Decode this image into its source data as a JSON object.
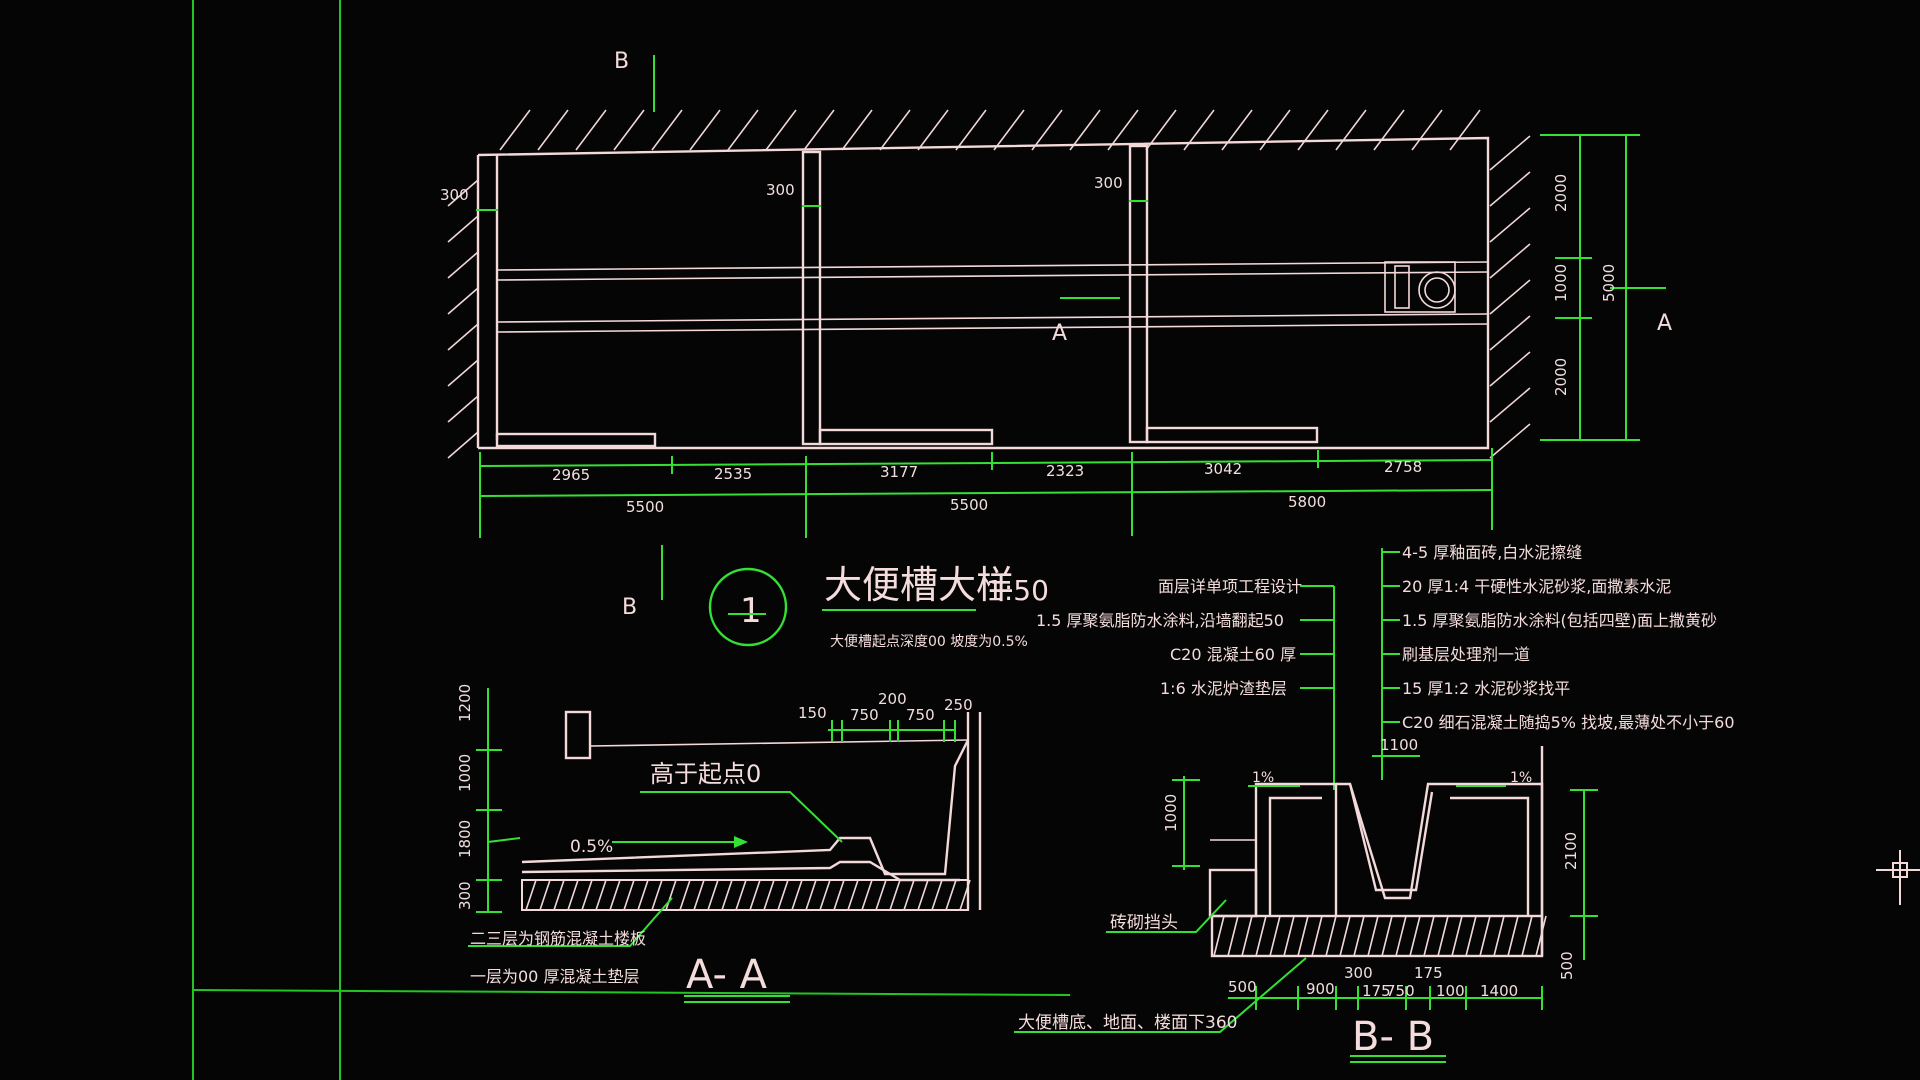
{
  "colors": {
    "background": "#050505",
    "drawing_line": "#f3d9d9",
    "dimension": "#35e035",
    "text": "#f4dcdc"
  },
  "plan": {
    "section_mark_b_top": "B",
    "section_mark_b_bottom": "B",
    "section_mark_a_right": "A",
    "section_mark_a_center": "A",
    "wall_thickness_labels": [
      "300",
      "300",
      "300"
    ],
    "bottom_dims": [
      "2965",
      "2535",
      "3177",
      "2323",
      "3042",
      "2758"
    ],
    "total_dims": [
      "5500",
      "5500",
      "5800"
    ],
    "right_dims": [
      "2000",
      "1000",
      "2000"
    ],
    "right_total": "5000"
  },
  "title": {
    "detail_number": "1",
    "name": "大便槽大样",
    "scale": "1:50",
    "note": "大便槽起点深度00  坡度为0.5%"
  },
  "section_aa": {
    "label": "A- A",
    "height_dims": [
      "1200",
      "1000",
      "1800",
      "300"
    ],
    "top_dims": [
      "150",
      "750",
      "200",
      "750",
      "250"
    ],
    "high_point_note": "高于起点0",
    "slope": "0.5%",
    "note_line1": "二三层为钢筋混凝土楼板",
    "note_line2": "一层为00 厚混凝土垫层"
  },
  "section_bb": {
    "label": "B- B",
    "left_notes": [
      "面层详单项工程设计",
      "1.5 厚聚氨脂防水涂料,沿墙翻起50",
      "C20 混凝土60 厚",
      "1:6 水泥炉渣垫层"
    ],
    "right_notes": [
      "4-5 厚釉面砖,白水泥擦缝",
      "20 厚1:4 干硬性水泥砂浆,面撒素水泥",
      "1.5 厚聚氨脂防水涂料(包括四壁)面上撒黄砂",
      "刷基层处理剂一道",
      "15 厚1:2 水泥砂浆找平",
      "C20 细石混凝土随捣5% 找坡,最薄处不小于60"
    ],
    "dim_1100": "1100",
    "dim_1000": "1000",
    "dim_2100": "2100",
    "dim_500": "500",
    "slope_left": "1%",
    "slope_right": "1%",
    "bottom_dims": [
      "500",
      "900",
      "300",
      "175",
      "750",
      "175",
      "100",
      "1400"
    ],
    "block_note": "砖砌挡头",
    "bottom_note": "大便槽底、地面、楼面下360"
  }
}
